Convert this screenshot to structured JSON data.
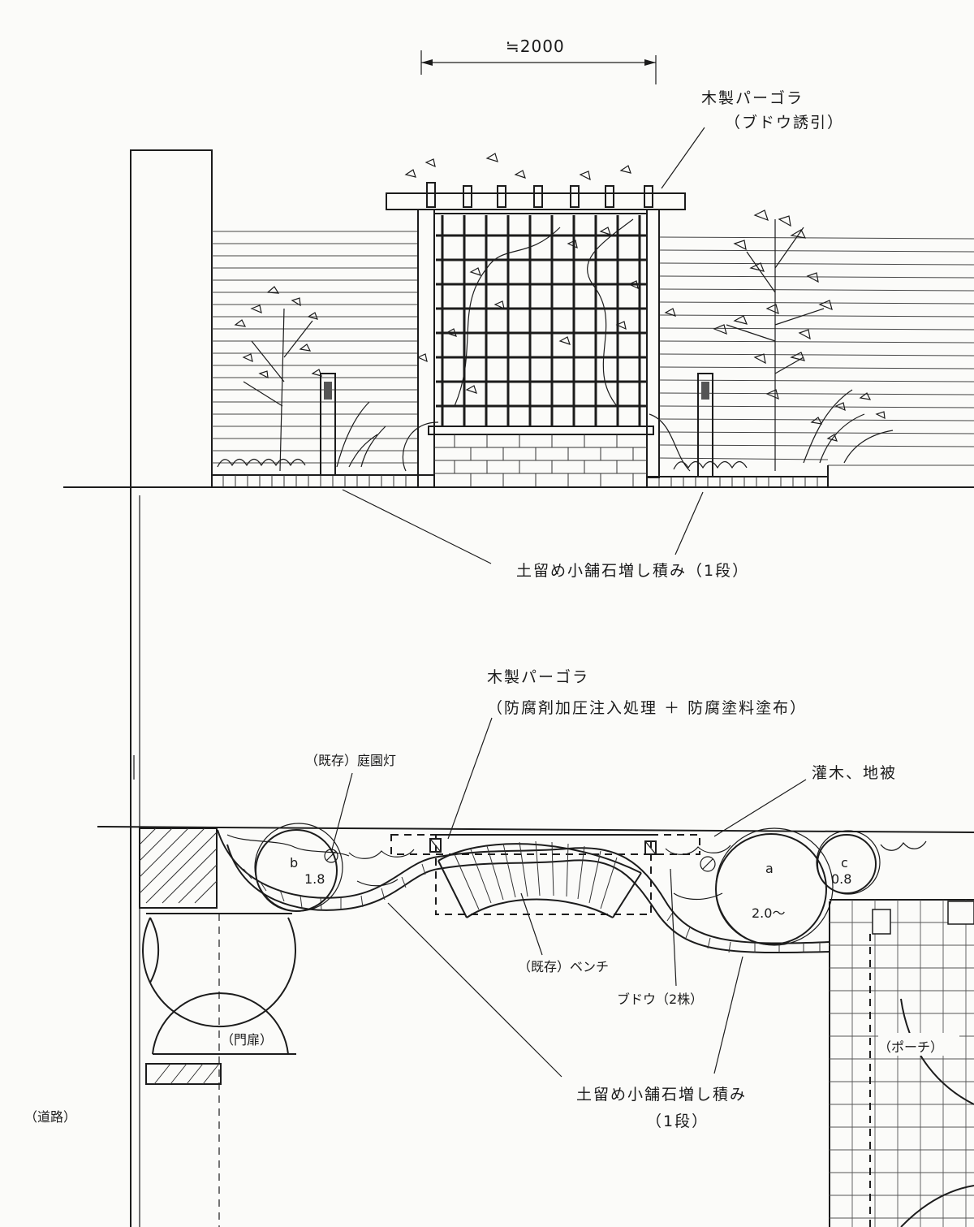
{
  "elevation": {
    "dimension": "≒2000",
    "pergola_label": "木製パーゴラ",
    "pergola_sub": "（ブドウ誘引）",
    "wall_label": "土留め小舗石増し積み（1段）"
  },
  "plan": {
    "pergola_label": "木製パーゴラ",
    "pergola_sub": "（防腐剤加圧注入処理 ＋ 防腐塗料塗布）",
    "lamp_label": "（既存）庭園灯",
    "shrub_label": "灌木、地被",
    "bench_label": "（既存）ベンチ",
    "grape_label": "ブドウ（2株）",
    "gate_label": "（門扉）",
    "porch_label": "（ポーチ）",
    "road_label": "（道路）",
    "wall_label": "土留め小舗石増し積み",
    "wall_sub": "（1段）",
    "tree_a_id": "a",
    "tree_a_size": "2.0～",
    "tree_b_id": "b",
    "tree_b_size": "1.8",
    "tree_c_id": "c",
    "tree_c_size": "0.8"
  }
}
